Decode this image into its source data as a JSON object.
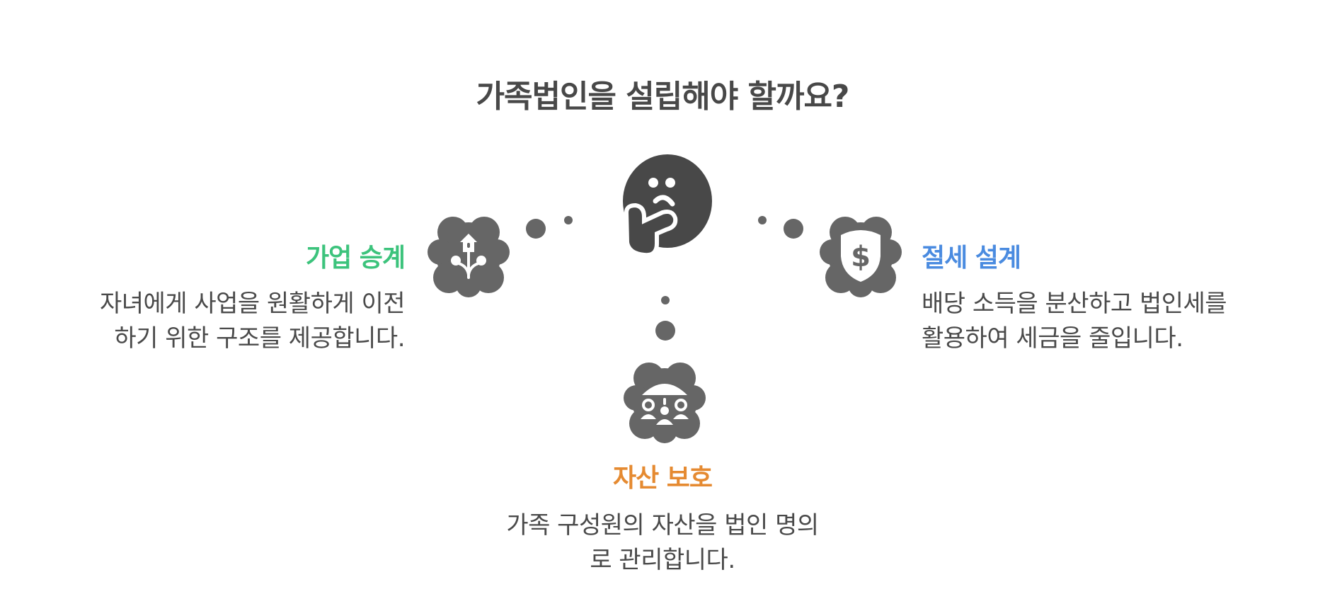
{
  "title": "가족법인을 설립해야 할까요?",
  "colors": {
    "title": "#484848",
    "icon_dark": "#484848",
    "icon_mid": "#666666",
    "succession": "#3cc37c",
    "tax": "#4a8be0",
    "asset": "#e58a31",
    "text": "#4a4a4a"
  },
  "center_icon": "thinking-face-icon",
  "options": [
    {
      "id": "succession",
      "label": "가업 승계",
      "icon": "birdhouse-tree-icon",
      "description_lines": [
        "자녀에게 사업을 원활하게 이전",
        "하기 위한 구조를 제공합니다."
      ]
    },
    {
      "id": "tax",
      "label": "절세 설계",
      "icon": "shield-dollar-icon",
      "description_lines": [
        "배당 소득을 분산하고 법인세를",
        "활용하여 세금을 줄입니다."
      ]
    },
    {
      "id": "asset",
      "label": "자산 보호",
      "icon": "umbrella-family-icon",
      "description_lines": [
        "가족 구성원의 자산을 법인 명의",
        "로 관리합니다."
      ]
    }
  ]
}
